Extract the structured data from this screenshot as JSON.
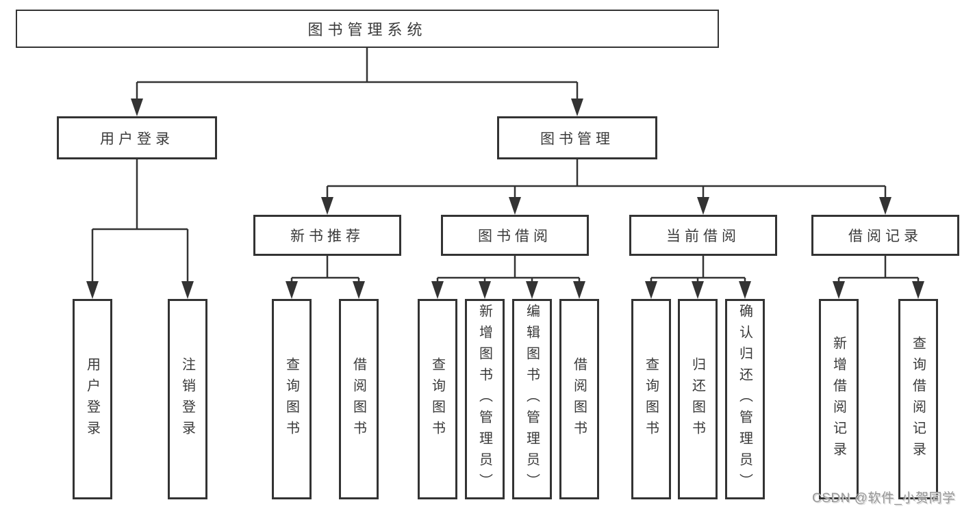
{
  "diagram_title": "图书管理系统",
  "tree": {
    "label": "图书管理系统",
    "children": [
      {
        "label": "用户登录",
        "children": [
          {
            "label": "用户登录"
          },
          {
            "label": "注销登录"
          }
        ]
      },
      {
        "label": "图书管理",
        "children": [
          {
            "label": "新书推荐",
            "children": [
              {
                "label": "查询图书"
              },
              {
                "label": "借阅图书"
              }
            ]
          },
          {
            "label": "图书借阅",
            "children": [
              {
                "label": "查询图书"
              },
              {
                "label": "新增图书（管理员）"
              },
              {
                "label": "编辑图书（管理员）"
              },
              {
                "label": "借阅图书"
              }
            ]
          },
          {
            "label": "当前借阅",
            "children": [
              {
                "label": "查询图书"
              },
              {
                "label": "归还图书"
              },
              {
                "label": "确认归还（管理员）"
              }
            ]
          },
          {
            "label": "借阅记录",
            "children": [
              {
                "label": "新增借阅记录"
              },
              {
                "label": "查询借阅记录"
              }
            ]
          }
        ]
      }
    ]
  },
  "watermark": {
    "text": "CSDN @软件_小贺同学"
  },
  "colors": {
    "line": "#333333",
    "text": "#3a3a3a",
    "watermark": "#979797",
    "background": "#ffffff"
  }
}
